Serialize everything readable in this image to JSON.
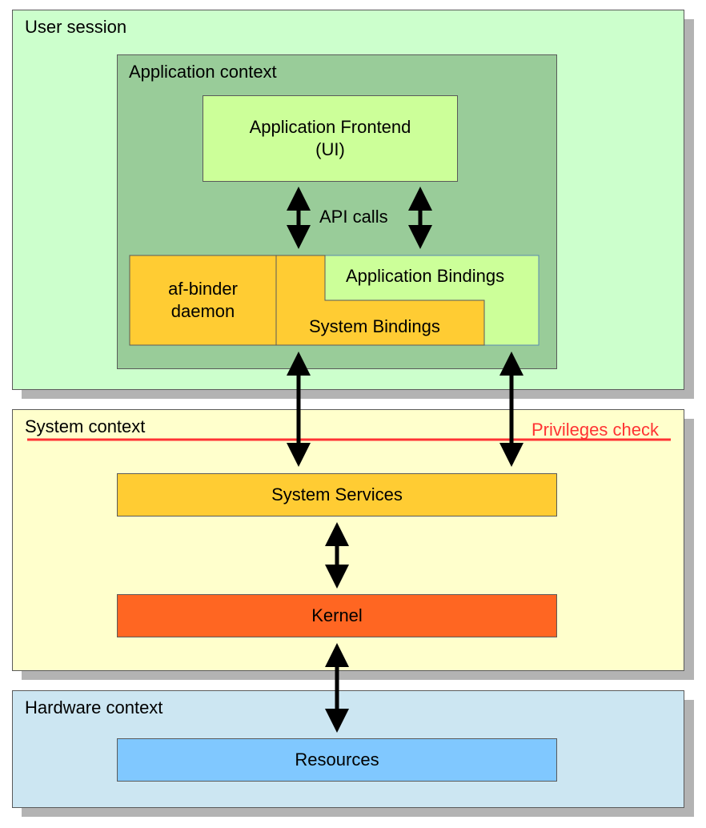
{
  "colors": {
    "user_session": "#ccffcc",
    "application_context": "#99cc99",
    "frontend": "#ccff99",
    "binder": "#ffcc33",
    "system_context": "#ffffcc",
    "system_services": "#ffcc33",
    "kernel": "#ff6622",
    "hardware_context": "#cce6f2",
    "resources": "#80c8ff",
    "privileges_line": "#ff3333",
    "arrow": "#000000"
  },
  "user_session": {
    "title": "User session"
  },
  "application_context": {
    "title": "Application context",
    "frontend": {
      "line1": "Application Frontend",
      "line2": "(UI)"
    },
    "api_calls": "API calls",
    "binder_daemon": {
      "line1": "af-binder",
      "line2": "daemon"
    },
    "application_bindings": "Application Bindings",
    "system_bindings": "System Bindings"
  },
  "system_context": {
    "title": "System context",
    "privileges_check": "Privileges check",
    "system_services": "System Services",
    "kernel": "Kernel"
  },
  "hardware_context": {
    "title": "Hardware context",
    "resources": "Resources"
  }
}
